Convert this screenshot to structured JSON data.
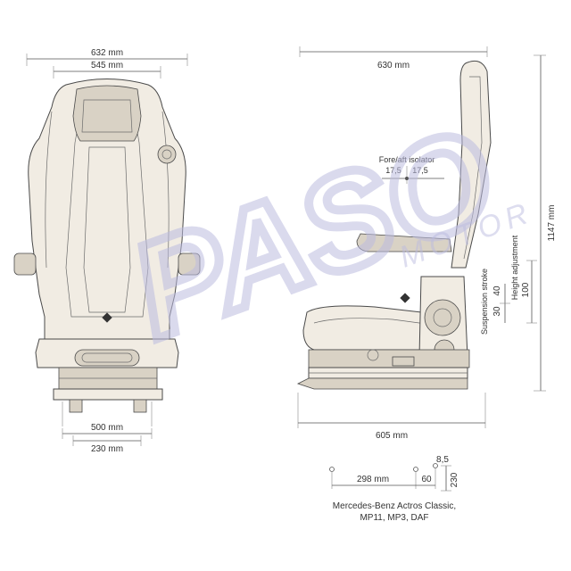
{
  "front_view": {
    "top_overall_width": "632 mm",
    "top_inner_width": "545 mm",
    "base_width": "500 mm",
    "mount_width": "230 mm"
  },
  "side_view": {
    "overall_depth": "630 mm",
    "overall_height": "1147 mm",
    "base_depth": "605 mm",
    "isolator_label": "Fore/aft isolator",
    "isolator_left": "17,5",
    "isolator_right": "17,5",
    "height_adj_label": "Height adjustment",
    "height_adj_value": "100",
    "suspension_label": "Suspension stroke",
    "suspension_up": "40",
    "suspension_down": "30"
  },
  "mounting": {
    "length": "298 mm",
    "offset": "60",
    "small_offset": "8,5",
    "height": "230"
  },
  "caption": {
    "line1": "Mercedes-Benz Actros Classic,",
    "line2": "MP11, MP3, DAF"
  },
  "watermark": {
    "text1": "PASO",
    "text2": "MOTOR",
    "color": "#bcbce0"
  }
}
